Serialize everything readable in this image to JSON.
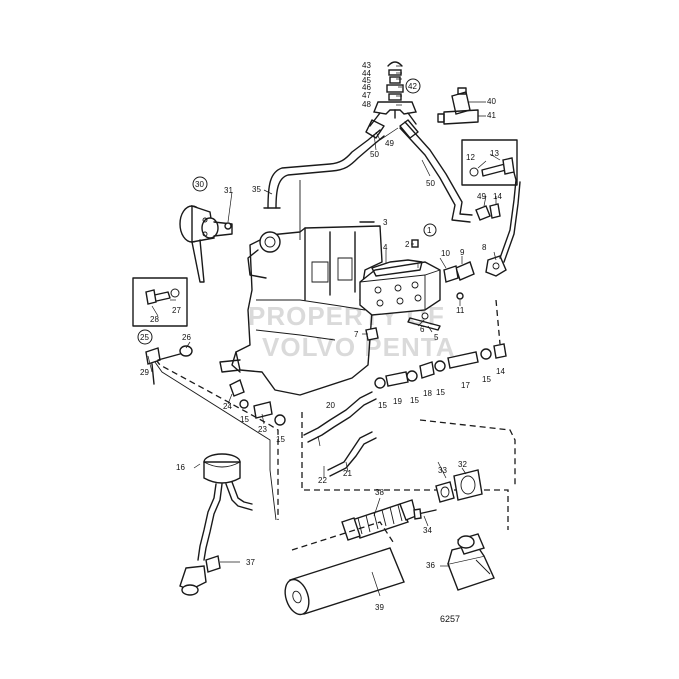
{
  "watermark": {
    "line1": "PROPERTY OF",
    "line2": "VOLVO PENTA"
  },
  "figure_number": "6257",
  "callouts": [
    "1",
    "2",
    "3",
    "4",
    "5",
    "6",
    "7",
    "8",
    "9",
    "10",
    "11",
    "12",
    "13",
    "14",
    "15",
    "16",
    "17",
    "18",
    "19",
    "20",
    "21",
    "22",
    "23",
    "24",
    "25",
    "26",
    "27",
    "28",
    "29",
    "30",
    "31",
    "32",
    "33",
    "34",
    "35",
    "36",
    "37",
    "38",
    "39",
    "40",
    "41",
    "42",
    "43",
    "44",
    "45",
    "46",
    "47",
    "48",
    "49",
    "50"
  ],
  "circled_callouts": [
    "1",
    "25",
    "30",
    "42"
  ],
  "label_text": {
    "c1": "1",
    "c2": "2",
    "c3": "3",
    "c4": "4",
    "c5": "5",
    "c6": "6",
    "c7": "7",
    "c8": "8",
    "c9": "9",
    "c10": "10",
    "c11": "11",
    "c12": "12",
    "c13": "13",
    "c14a": "14",
    "c14b": "14",
    "c15a": "15",
    "c15b": "15",
    "c15c": "15",
    "c15d": "15",
    "c15e": "15",
    "c15f": "15",
    "c16": "16",
    "c17": "17",
    "c18": "18",
    "c19": "19",
    "c20": "20",
    "c21": "21",
    "c22": "22",
    "c23": "23",
    "c24": "24",
    "c25": "25",
    "c26": "26",
    "c27": "27",
    "c28": "28",
    "c29": "29",
    "c30": "30",
    "c31": "31",
    "c32": "32",
    "c33": "33",
    "c34": "34",
    "c35": "35",
    "c36": "36",
    "c37": "37",
    "c38": "38",
    "c39": "39",
    "c40": "40",
    "c41": "41",
    "c42": "42",
    "c43": "43",
    "c44": "44",
    "c45": "45",
    "c46": "46",
    "c47": "47",
    "c48": "48",
    "c49a": "49",
    "c49b": "49",
    "c50a": "50",
    "c50b": "50"
  }
}
